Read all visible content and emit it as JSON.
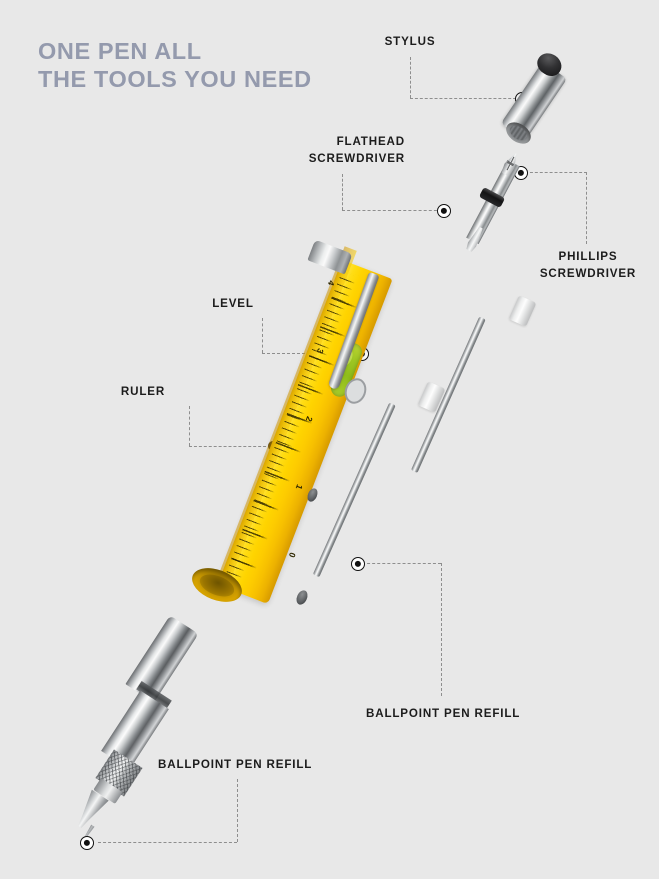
{
  "background_color": "#e8e8e8",
  "headline": {
    "line1": "ONE PEN ALL",
    "line2": "THE TOOLS YOU NEED",
    "color": "#949aad"
  },
  "label_color": "#1c1c1c",
  "leader_color": "#8e8e8e",
  "callouts": [
    {
      "id": "stylus",
      "label": "STYLUS",
      "marker": "ringed-dot"
    },
    {
      "id": "flathead-screwdriver",
      "label_line1": "FLATHEAD",
      "label_line2": "SCREWDRIVER",
      "marker": "ringed-dot"
    },
    {
      "id": "phillips-screwdriver",
      "label_line1": "PHILLIPS",
      "label_line2": "SCREWDRIVER",
      "marker": "ringed-dot"
    },
    {
      "id": "level",
      "label": "LEVEL",
      "marker": "ringed-dot"
    },
    {
      "id": "ruler",
      "label": "RULER",
      "marker": "plain-dot"
    },
    {
      "id": "ballpoint-pen-refill-right",
      "label": "BALLPOINT PEN REFILL",
      "marker": "ringed-dot"
    },
    {
      "id": "ballpoint-pen-refill-bottom",
      "label": "BALLPOINT PEN REFILL",
      "marker": "ringed-dot"
    }
  ],
  "product": {
    "body_color": "#ffd400",
    "metal_color": "#c6c9cb",
    "level_color": "#9ec622",
    "stylus_tip_color": "#1a1a1b",
    "ruler_numbers": [
      "0",
      "1",
      "2",
      "3",
      "4"
    ]
  }
}
